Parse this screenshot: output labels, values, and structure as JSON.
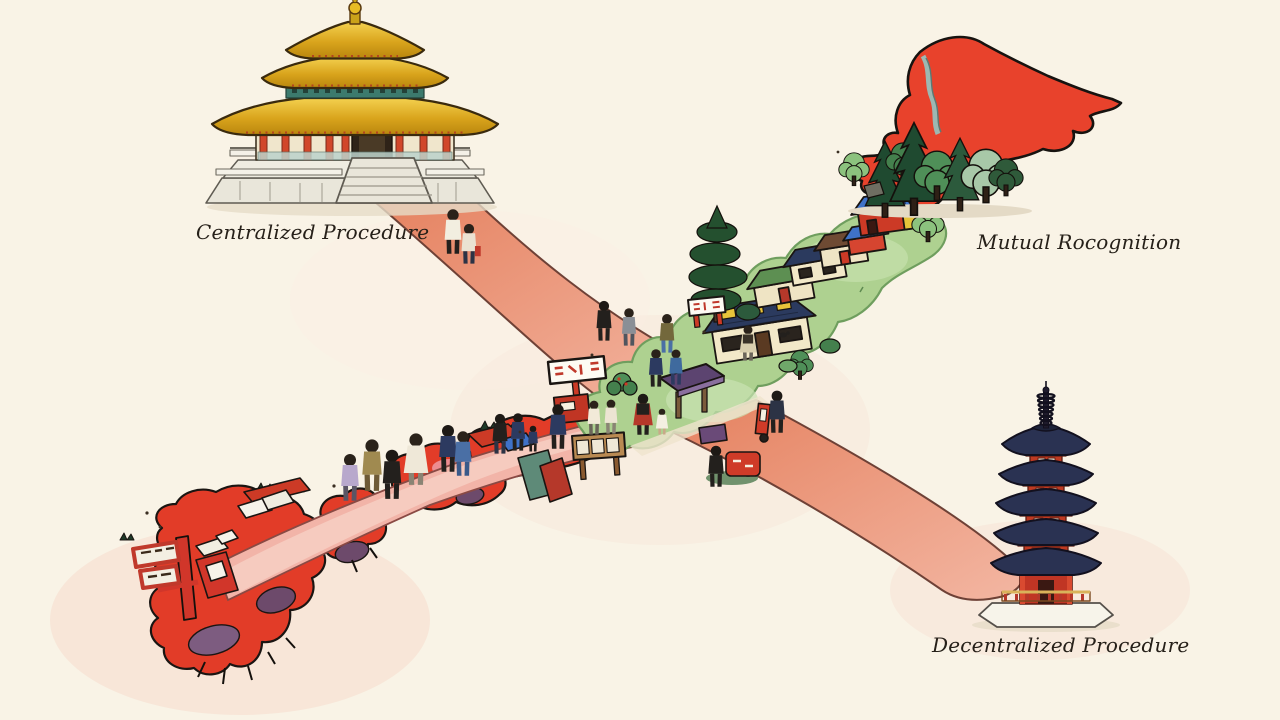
{
  "page": {
    "background": "#f9f3e6",
    "labels": {
      "centralized": "Centralized Procedure",
      "mutual_recognition": "Mutual Rocognition",
      "decentralized": "Decentralized Procedure"
    },
    "palette": {
      "map_red": "#e23c28",
      "hokkaido_red": "#e8422c",
      "path_salmon_start": "#e5815f",
      "path_salmon_end": "#f3b6a2",
      "path_pink": "#f2b4a8",
      "path_pink_light": "#f7cfc3",
      "village_green": "#aed190",
      "temple_gold": "#d9a41c",
      "temple_pillar_red": "#d1472a",
      "pagoda_navy": "#2a3252",
      "pagoda_red": "#bf3a22",
      "ink": "#1a1512"
    },
    "illustrations": {
      "temple": "golden-temple",
      "pagoda": "five-story-pagoda",
      "hokkaido": "hokkaido-island-map",
      "japan": "japan-archipelago-map",
      "village": "village-crossroads"
    }
  }
}
